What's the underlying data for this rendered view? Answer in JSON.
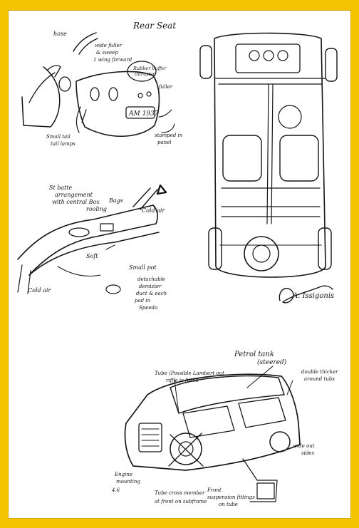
{
  "colors": {
    "frame": "#f5c400",
    "paper": "#ffffff",
    "ink": "#151515"
  },
  "sketches": {
    "rear_seat": {
      "title": "Rear Seat",
      "notes": {
        "hose": "hose",
        "wide_fuller": "wide fuller",
        "wrapped": "& sweep",
        "forward": "1 wing forward",
        "rubber_buffer": "Rubber buffer",
        "intrusion": "intrusion",
        "fuller": "fuller",
        "small_tail": "Small tail",
        "tail_lamps": "tail lamps",
        "stamped": "stamped in",
        "panel": "panel"
      },
      "plate": "AM 1937"
    },
    "dashboard": {
      "notes": {
        "st_battle_1": "St batte",
        "st_battle_2": "arrangement",
        "st_battle_3": "with central Box",
        "st_battle_4": "rooling",
        "bags": "Bags",
        "cold_air_top": "Cold air",
        "soft": "Soft",
        "cold_air_bottom": "Cold air",
        "small_pot": "Small pot",
        "detach_1": "detachable",
        "detach_2": "demister",
        "detach_3": "duct & each",
        "detach_4": "pad in",
        "detach_5": "Speedo"
      }
    },
    "car": {
      "notes": {
        "petrol_tank_1": "Petrol tank",
        "petrol_tank_2": "(steered)",
        "tube_1": "Tube (Possible Lambert out",
        "tube_2": "riffle is fitted",
        "double_1": "double thicker",
        "double_2": "around tubs",
        "wide_1": "wide out",
        "wide_2": "sides",
        "engine_1": "Engine",
        "engine_2": "mounting",
        "engine_3": "4.6",
        "tube_cross_1": "Tube cross member",
        "tube_cross_2": "at front on subframe",
        "front_1": "Front",
        "front_2": "suspension fittings",
        "front_3": "on tube"
      }
    },
    "signature": "A. Issigonis"
  }
}
